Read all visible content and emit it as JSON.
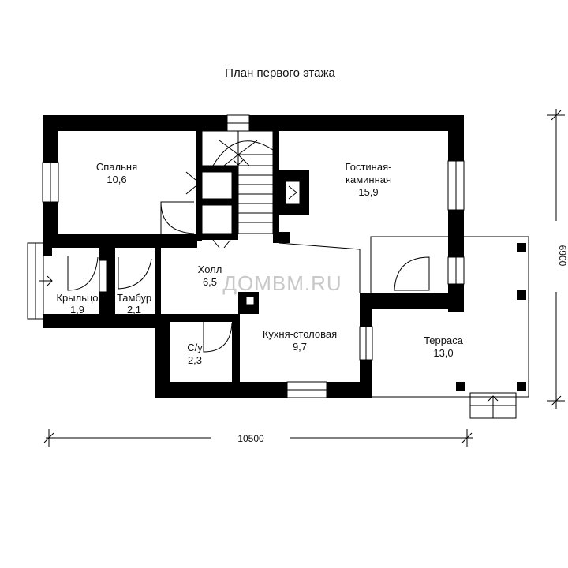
{
  "title": "План первого этажа",
  "watermark": "ДОМВМ.RU",
  "dimensions": {
    "width": "10500",
    "height": "6900"
  },
  "rooms": [
    {
      "name": "Спальня",
      "area": "10,6"
    },
    {
      "name": "Гостиная-каминная",
      "name_line1": "Гостиная-",
      "name_line2": "каминная",
      "area": "15,9"
    },
    {
      "name": "Холл",
      "area": "6,5"
    },
    {
      "name": "Крыльцо",
      "area": "1,9"
    },
    {
      "name": "Тамбур",
      "area": "2,1"
    },
    {
      "name": "С/у",
      "area": "2,3"
    },
    {
      "name": "Кухня-столовая",
      "area": "9,7"
    },
    {
      "name": "Терраса",
      "area": "13,0"
    }
  ],
  "colors": {
    "wall": "#000000",
    "background": "#ffffff",
    "watermark": "#c8c8c8"
  }
}
